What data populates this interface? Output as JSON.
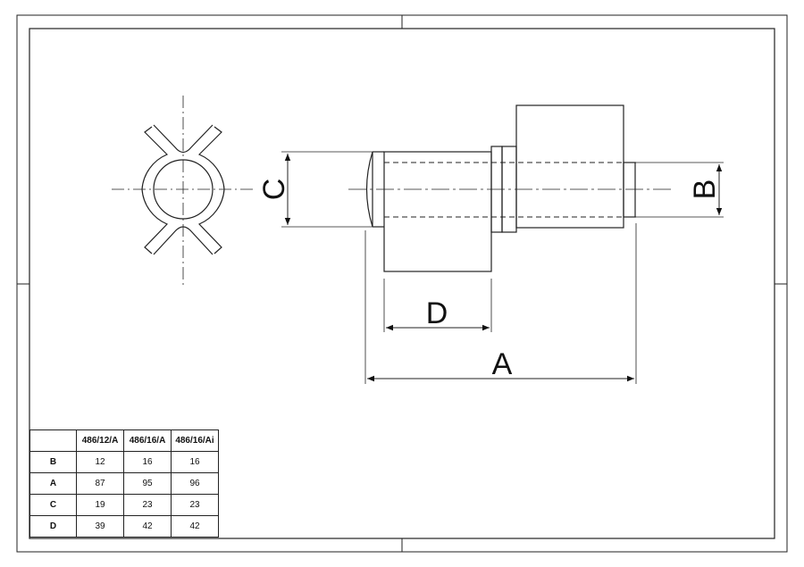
{
  "dimensions": {
    "A": "A",
    "B": "B",
    "C": "C",
    "D": "D"
  },
  "table": {
    "header": [
      "",
      "486/12/A",
      "486/16/A",
      "486/16/Ai"
    ],
    "rows": [
      {
        "label": "B",
        "values": [
          "12",
          "16",
          "16"
        ]
      },
      {
        "label": "A",
        "values": [
          "87",
          "95",
          "96"
        ]
      },
      {
        "label": "C",
        "values": [
          "19",
          "23",
          "23"
        ]
      },
      {
        "label": "D",
        "values": [
          "39",
          "42",
          "42"
        ]
      }
    ]
  }
}
